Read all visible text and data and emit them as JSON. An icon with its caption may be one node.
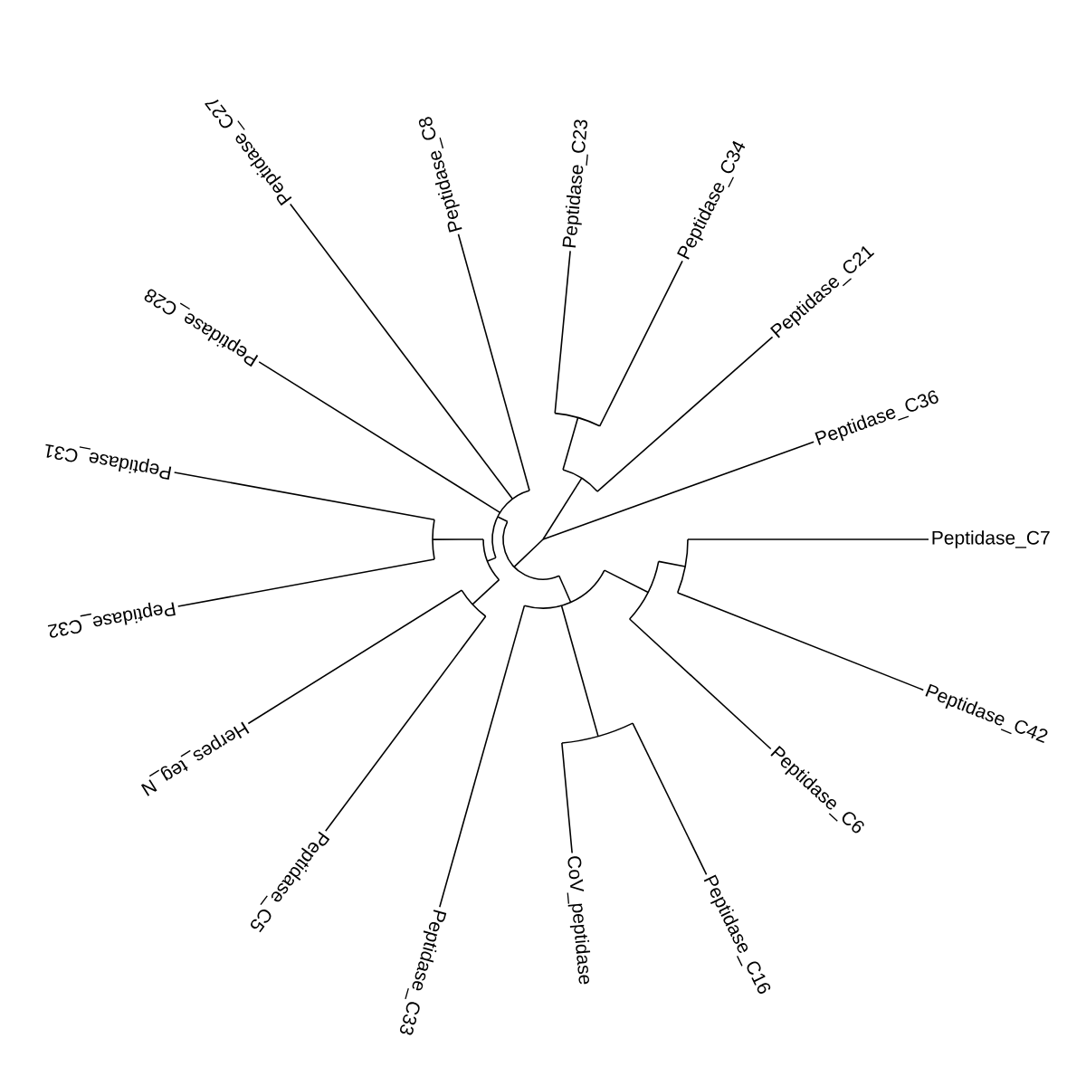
{
  "diagram": {
    "labels": [
      "Peptidase_C27",
      "Peptidase_C8",
      "Peptidase_C23",
      "Peptidase_C34",
      "Peptidase_C28",
      "Peptidase_C21",
      "Peptidase_C36",
      "Peptidase_C31",
      "Peptidase_C7",
      "Peptidase_C32",
      "Peptidase_C42",
      "Herpes_teg_N",
      "Peptidase_C6",
      "Peptidase_C5",
      "Peptidase_C33",
      "CoV_peptidase",
      "Peptidase_C16"
    ]
  }
}
